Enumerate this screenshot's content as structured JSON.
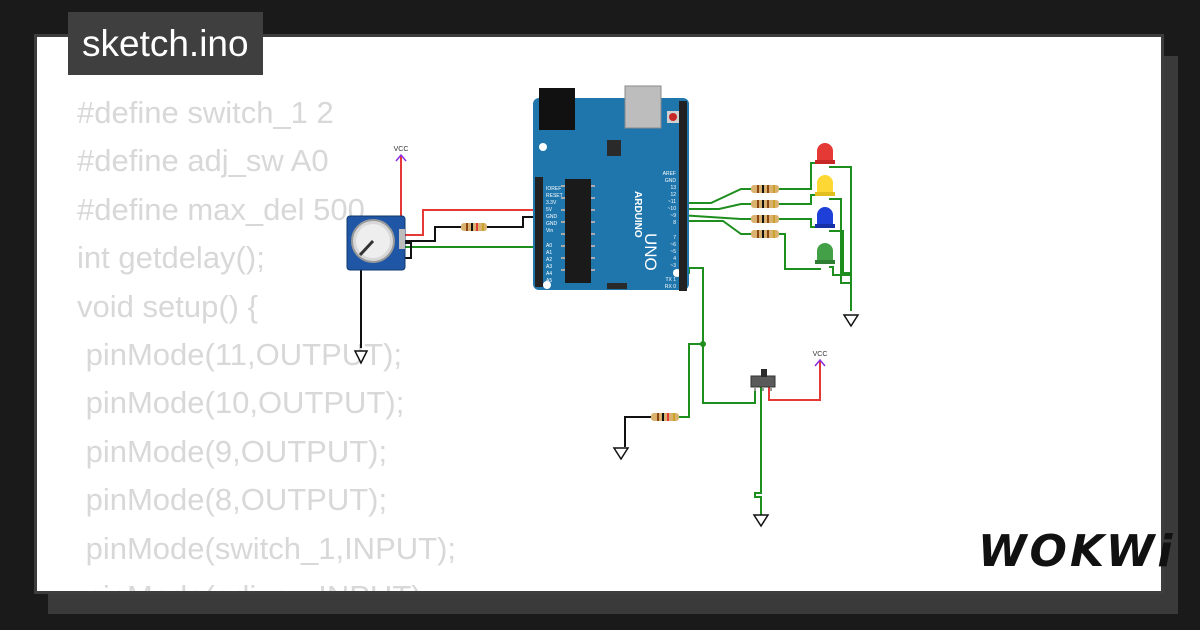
{
  "file": {
    "name": "sketch.ino"
  },
  "code": {
    "lines": [
      "#define switch_1 2",
      "#define adj_sw A0",
      "#define max_del 500",
      "int getdelay();",
      "void setup() {",
      " pinMode(11,OUTPUT);",
      " pinMode(10,OUTPUT);",
      " pinMode(9,OUTPUT);",
      " pinMode(8,OUTPUT);",
      " pinMode(switch_1,INPUT);",
      " pinMode(adj_sw,INPUT);"
    ]
  },
  "brand": {
    "logo": "WOKWi"
  },
  "circuit": {
    "vcc_label": "VCC",
    "board_name": "UNO",
    "board_brand": "ARDUINO",
    "power_pins": [
      "IOREF",
      "RESET",
      "3.3V",
      "5V",
      "GND",
      "GND",
      "Vin"
    ],
    "analog_pins": [
      "A0",
      "A1",
      "A2",
      "A3",
      "A4",
      "A5"
    ],
    "digital_pins": [
      "AREF",
      "GND",
      "13",
      "12",
      "~11",
      "~10",
      "~9",
      "8",
      "7",
      "~6",
      "~5",
      "4",
      "~3",
      "2",
      "TX 1",
      "RX 0"
    ],
    "led_colors": [
      "#e53935",
      "#fdd835",
      "#1e3fd8",
      "#43a047"
    ],
    "wire_colors": {
      "power": "#e53935",
      "signal": "#1e8e1e",
      "ground": "#111111"
    }
  }
}
